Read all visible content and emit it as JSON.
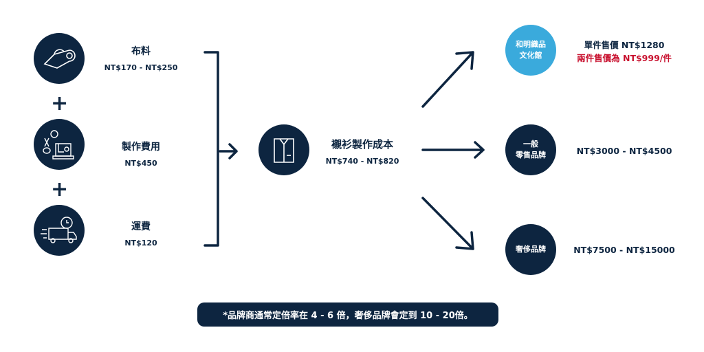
{
  "inputs": [
    {
      "title": "布料",
      "price": "NT$170 - NT$250",
      "icon": "fabric-roll-icon"
    },
    {
      "title": "製作費用",
      "price": "NT$450",
      "icon": "sewing-machine-icon"
    },
    {
      "title": "運費",
      "price": "NT$120",
      "icon": "delivery-truck-icon"
    }
  ],
  "plus": "+",
  "cost": {
    "title": "襯衫製作成本",
    "price": "NT$740 - NT$820",
    "icon": "shirt-icon"
  },
  "outputs": [
    {
      "name": "和明織品文化館",
      "line1": "和明織品",
      "line2": "文化館",
      "price": "單件售價 NT$1280",
      "promo": "兩件售價為 NT$999/件"
    },
    {
      "name": "一般零售品牌",
      "line1": "一般",
      "line2": "零售品牌",
      "price": "NT$3000 - NT$4500"
    },
    {
      "name": "奢侈品牌",
      "line1": "奢侈品牌",
      "price": "NT$7500 - NT$15000"
    }
  ],
  "footnote": "*品牌商通常定倍率在 4 - 6 倍，奢侈品牌會定到 10 - 20倍。",
  "colors": {
    "navy": "#0d2540",
    "blue": "#3aaadc",
    "red": "#c8102e"
  }
}
